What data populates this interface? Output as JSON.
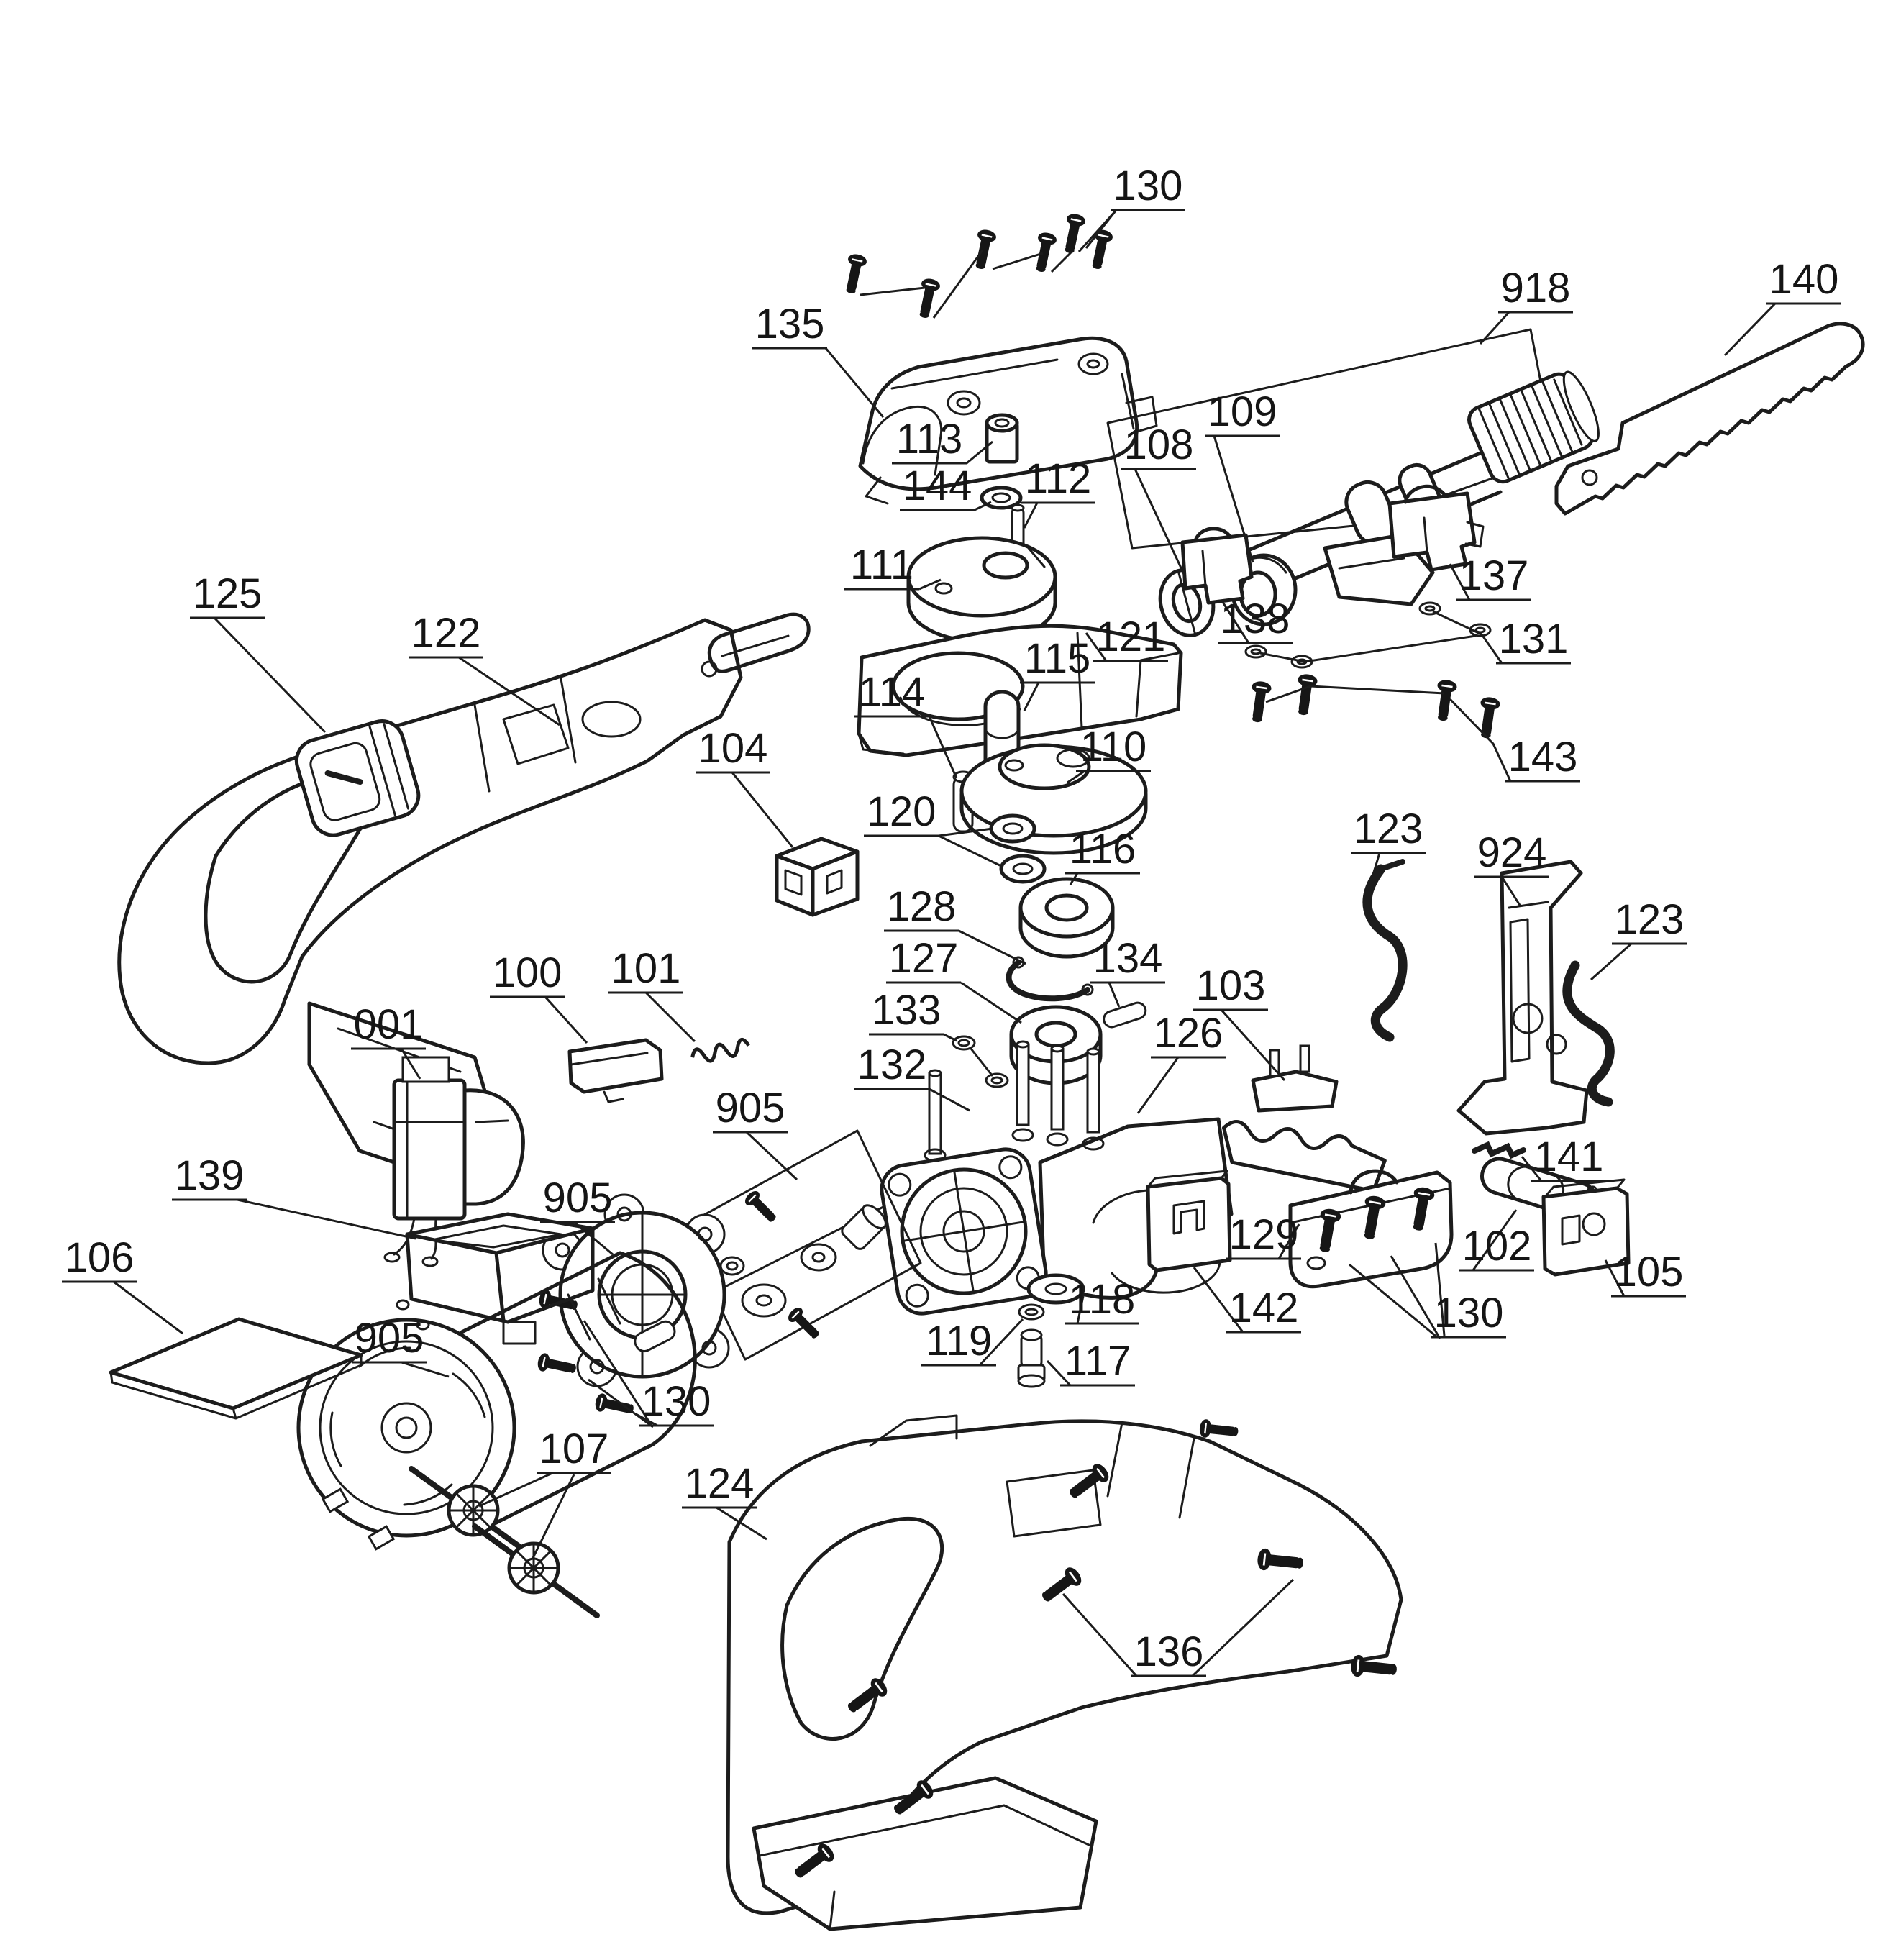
{
  "diagram": {
    "kind": "exploded-parts-diagram",
    "subject": "reciprocating-saw",
    "background": "#ffffff",
    "ink": "#1c1c1c",
    "part_labels": [
      "130",
      "135",
      "113",
      "144",
      "112",
      "918",
      "140",
      "108",
      "109",
      "111",
      "121",
      "115",
      "114",
      "137",
      "138",
      "131",
      "143",
      "125",
      "122",
      "104",
      "110",
      "120",
      "116",
      "128",
      "127",
      "134",
      "133",
      "132",
      "103",
      "126",
      "123",
      "924",
      "123",
      "100",
      "101",
      "001",
      "139",
      "106",
      "905",
      "905",
      "905",
      "130",
      "119",
      "118",
      "117",
      "129",
      "102",
      "141",
      "105",
      "142",
      "130",
      "136",
      "107",
      "124"
    ]
  }
}
